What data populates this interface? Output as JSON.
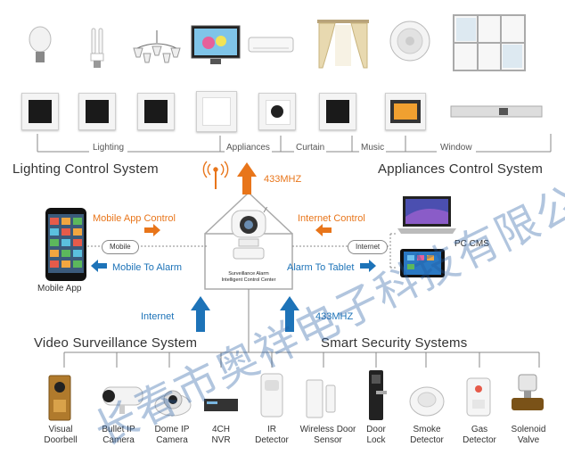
{
  "sections": {
    "lighting_control": "Lighting Control System",
    "appliances_control": "Appliances Control System",
    "video_surveillance": "Video Surveillance System",
    "smart_security": "Smart Security Systems"
  },
  "top_groups": {
    "lighting": "Lighting",
    "appliances": "Appliances",
    "curtain": "Curtain",
    "music": "Music",
    "window": "Window"
  },
  "center": {
    "line1": "Surveillance Alarm",
    "line2": "Intelligent Control Center",
    "freq_top": "433MHZ",
    "freq_bottom": "433MHZ"
  },
  "left": {
    "mobile_app_control": "Mobile App Control",
    "mobile_pill": "Mobile",
    "mobile_to_alarm": "Mobile To Alarm",
    "mobile_app_label": "Mobile App"
  },
  "right": {
    "internet_control": "Internet Control",
    "internet_pill": "Internet",
    "alarm_to_tablet": "Alarm To Tablet",
    "pc_cms_label": "PC CMS"
  },
  "internet_label": "Internet",
  "video_devices": [
    {
      "line1": "Visual",
      "line2": "Doorbell"
    },
    {
      "line1": "Bullet IP",
      "line2": "Camera"
    },
    {
      "line1": "Dome IP",
      "line2": "Camera"
    },
    {
      "line1": "4CH",
      "line2": "NVR"
    }
  ],
  "security_devices": [
    {
      "line1": "IR",
      "line2": "Detector"
    },
    {
      "line1": "Wireless Door",
      "line2": "Sensor"
    },
    {
      "line1": "Door",
      "line2": "Lock"
    },
    {
      "line1": "Smoke",
      "line2": "Detector"
    },
    {
      "line1": "Gas",
      "line2": "Detector"
    },
    {
      "line1": "Solenoid",
      "line2": "Valve"
    }
  ],
  "watermark": "长春市奥祥电子科技有限公司",
  "colors": {
    "orange": "#e8751a",
    "blue": "#1d73b8"
  }
}
